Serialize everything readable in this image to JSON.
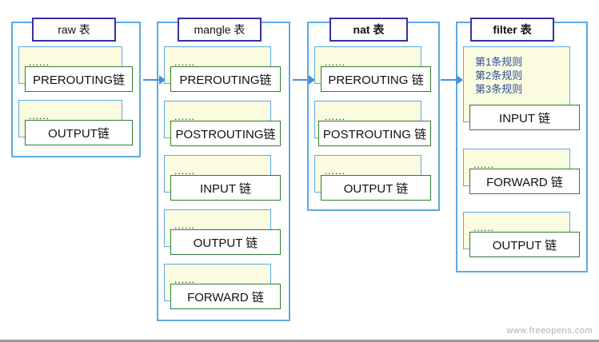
{
  "diagram": {
    "title": "iptables tables and chains",
    "watermark": "www.freeopens.com",
    "colors": {
      "table_border": "#5aaae4",
      "title_border": "#3b2fa0",
      "rules_fill": "#fbfbe0",
      "chain_border": "#2e7d32",
      "arrow": "#4a90d9",
      "rule_text": "#2e4f9e"
    },
    "ellipsis": "......",
    "tables": [
      {
        "id": "raw",
        "title": "raw 表",
        "bold": false,
        "chains": [
          {
            "label": "PREROUTING链",
            "rules": []
          },
          {
            "label": "OUTPUT链",
            "rules": []
          }
        ]
      },
      {
        "id": "mangle",
        "title": "mangle 表",
        "bold": false,
        "chains": [
          {
            "label": "PREROUTING链",
            "rules": []
          },
          {
            "label": "POSTROUTING链",
            "rules": []
          },
          {
            "label": "INPUT 链",
            "rules": []
          },
          {
            "label": "OUTPUT 链",
            "rules": []
          },
          {
            "label": "FORWARD 链",
            "rules": []
          }
        ]
      },
      {
        "id": "nat",
        "title": "nat 表",
        "bold": true,
        "chains": [
          {
            "label": "PREROUTING 链",
            "rules": []
          },
          {
            "label": "POSTROUTING 链",
            "rules": []
          },
          {
            "label": "OUTPUT 链",
            "rules": []
          }
        ]
      },
      {
        "id": "filter",
        "title": "filter 表",
        "bold": true,
        "chains": [
          {
            "label": "INPUT 链",
            "rules": [
              "第1条规则",
              "第2条规则",
              "第3条规则"
            ]
          },
          {
            "label": "FORWARD 链",
            "rules": []
          },
          {
            "label": "OUTPUT 链",
            "rules": []
          }
        ]
      }
    ],
    "arrows": [
      {
        "from": "raw",
        "to": "mangle"
      },
      {
        "from": "mangle",
        "to": "nat"
      },
      {
        "from": "nat",
        "to": "filter"
      }
    ]
  }
}
